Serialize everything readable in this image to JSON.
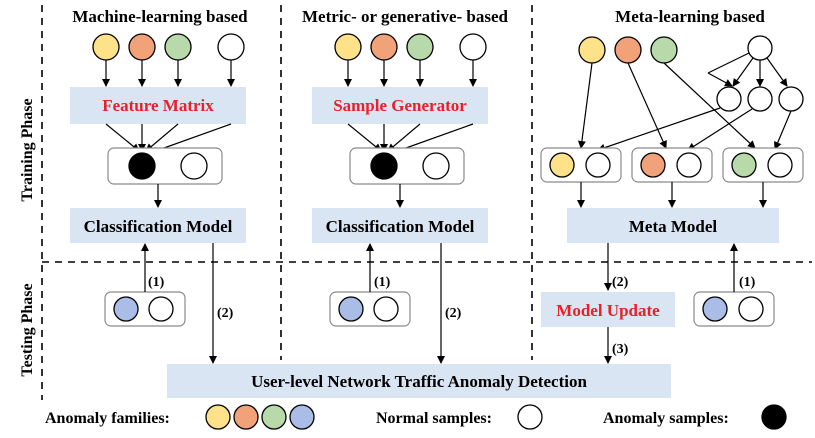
{
  "columns": {
    "ml": "Machine-learning based",
    "metric": "Metric- or generative- based",
    "meta": "Meta-learning based"
  },
  "phases": {
    "training": "Training Phase",
    "testing": "Testing Phase"
  },
  "boxes": {
    "feature_matrix": "Feature Matrix",
    "sample_generator": "Sample Generator",
    "classification_model": "Classification Model",
    "meta_model": "Meta Model",
    "model_update": "Model Update",
    "detection": "User-level Network Traffic Anomaly Detection"
  },
  "steps": {
    "s1": "(1)",
    "s2": "(2)",
    "s3": "(3)"
  },
  "legend": {
    "anomaly_families": "Anomaly families:",
    "normal_samples": "Normal samples:",
    "anomaly_samples": "Anomaly samples:"
  },
  "colors": {
    "yellow": "#fde28a",
    "orange": "#f2a279",
    "green": "#b8d9a9",
    "blue": "#a9bde6",
    "box": "#dae5f3",
    "red": "#e8202a"
  }
}
